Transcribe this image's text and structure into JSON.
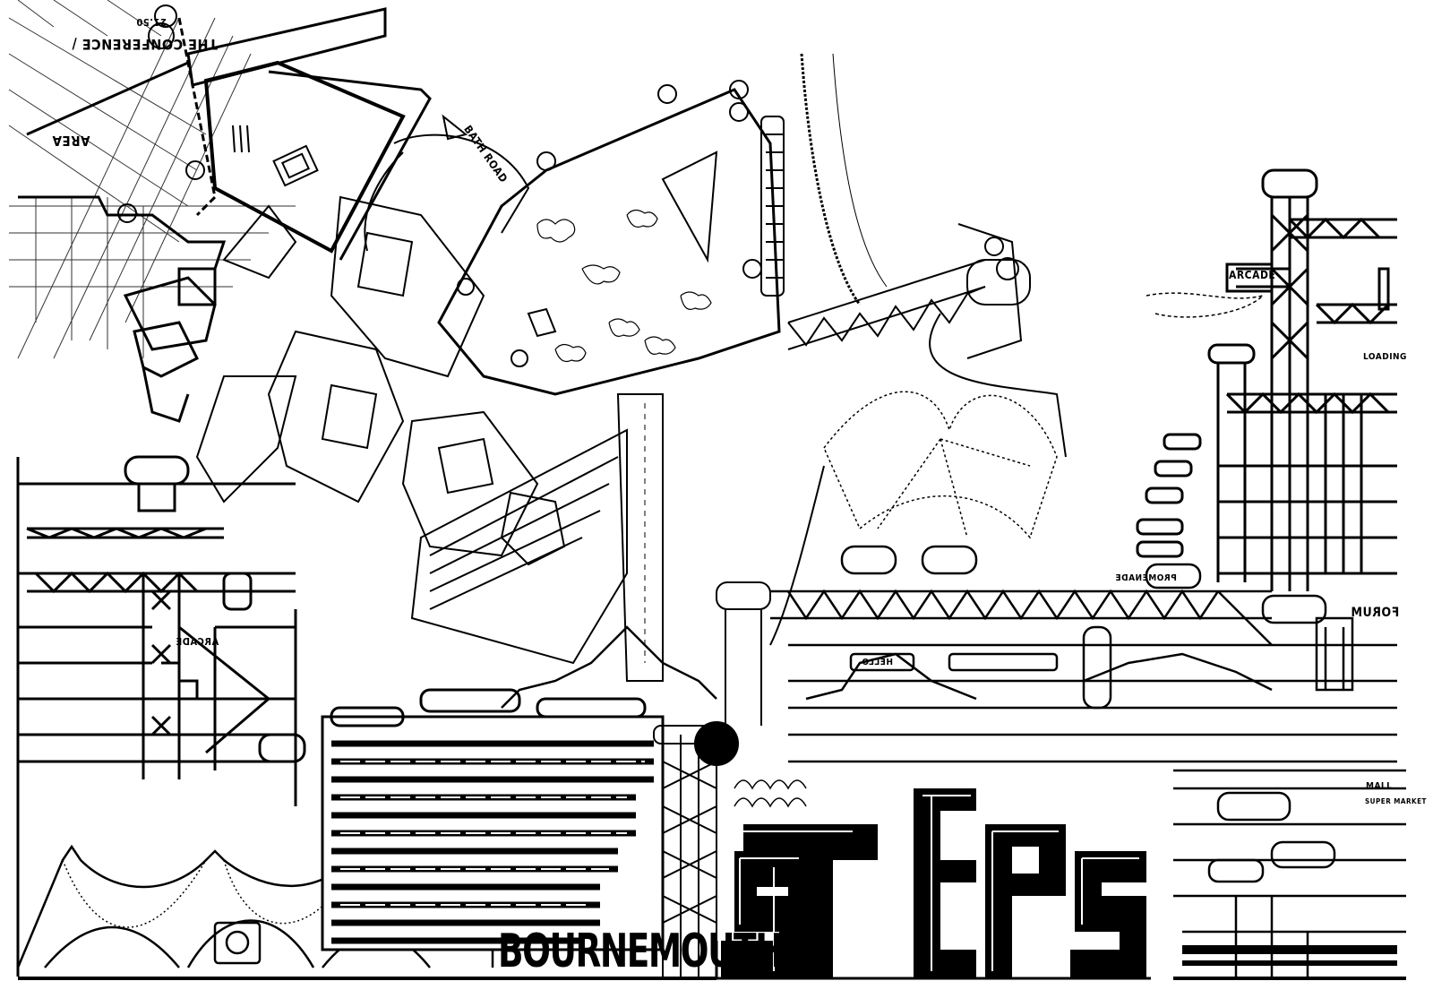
{
  "artwork": {
    "title": "BOURNEMOUTH",
    "title_large": "STEPS",
    "title_large_letters": [
      "s",
      "T",
      "E",
      "P",
      "s"
    ],
    "style": "black-and-white architectural line drawing / plan-and-elevation collage",
    "colors": {
      "ink": "#000000",
      "paper": "#ffffff"
    }
  },
  "labels": {
    "conference": "THE CONFERENCE /",
    "conference_dim": "21.50",
    "area": "AREA",
    "bath_road": "BATH ROAD",
    "arcade_top": "ARCADE",
    "loading": "LOADING",
    "promenade": "PROMENADE",
    "forum": "FORUM",
    "hello": "HELLO",
    "arcade_left": "ARCADE",
    "mall": "MALL",
    "super_market": "SUPER MARKET"
  }
}
